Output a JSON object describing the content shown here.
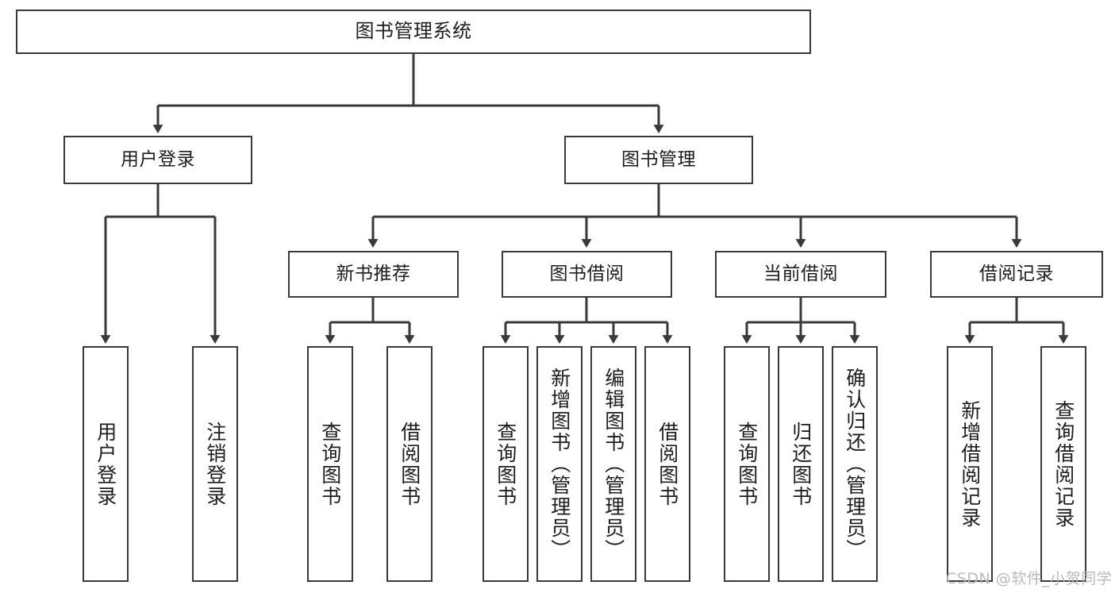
{
  "diagram": {
    "title": "图书管理系统",
    "type": "hierarchy-tree",
    "colors": {
      "box_border": "#3a3a3a",
      "box_fill": "#ffffff",
      "connector": "#3a3a3a",
      "text": "#1d1d1d",
      "watermark": "#b9b9b9",
      "background": "#ffffff"
    },
    "root": {
      "id": "root",
      "label": "图书管理系统"
    },
    "level2": [
      {
        "id": "user-login",
        "label": "用户登录"
      },
      {
        "id": "book-management",
        "label": "图书管理"
      }
    ],
    "level3": [
      {
        "id": "new-book-recommend",
        "label": "新书推荐",
        "parent": "book-management"
      },
      {
        "id": "book-borrow",
        "label": "图书借阅",
        "parent": "book-management"
      },
      {
        "id": "current-borrow",
        "label": "当前借阅",
        "parent": "book-management"
      },
      {
        "id": "borrow-record",
        "label": "借阅记录",
        "parent": "book-management"
      }
    ],
    "leaves": [
      {
        "id": "leaf-user-login",
        "label": "用户登录",
        "parent": "user-login"
      },
      {
        "id": "leaf-logout-login",
        "label": "注销登录",
        "parent": "user-login"
      },
      {
        "id": "leaf-query-book-1",
        "label": "查询图书",
        "parent": "new-book-recommend"
      },
      {
        "id": "leaf-borrow-book-1",
        "label": "借阅图书",
        "parent": "new-book-recommend"
      },
      {
        "id": "leaf-query-book-2",
        "label": "查询图书",
        "parent": "book-borrow"
      },
      {
        "id": "leaf-add-book",
        "label": "新增图书（管理员）",
        "parent": "book-borrow"
      },
      {
        "id": "leaf-edit-book",
        "label": "编辑图书（管理员）",
        "parent": "book-borrow"
      },
      {
        "id": "leaf-borrow-book-2",
        "label": "借阅图书",
        "parent": "book-borrow"
      },
      {
        "id": "leaf-query-book-3",
        "label": "查询图书",
        "parent": "current-borrow"
      },
      {
        "id": "leaf-return-book",
        "label": "归还图书",
        "parent": "current-borrow"
      },
      {
        "id": "leaf-confirm-return",
        "label": "确认归还（管理员）",
        "parent": "current-borrow"
      },
      {
        "id": "leaf-add-record",
        "label": "新增借阅记录",
        "parent": "borrow-record"
      },
      {
        "id": "leaf-query-record",
        "label": "查询借阅记录",
        "parent": "borrow-record"
      }
    ]
  },
  "watermark": {
    "text": "CSDN @软件_小贺同学"
  }
}
